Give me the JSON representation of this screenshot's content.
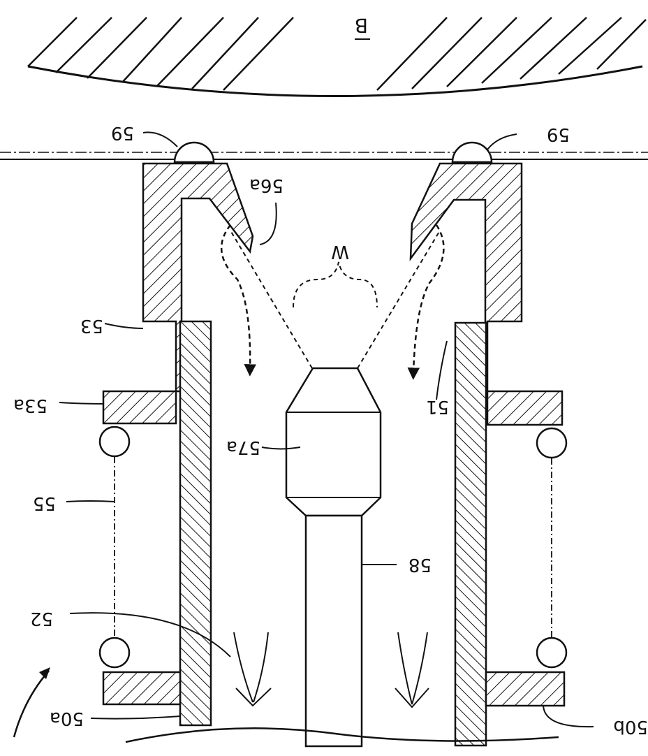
{
  "figure": {
    "orientation": "rotated-180",
    "labels": {
      "B": "B",
      "l59_left": "59",
      "l59_right": "59",
      "l56a": "56a",
      "lW": "W",
      "l53": "53",
      "l53a": "53a",
      "l51": "51",
      "l57a": "57a",
      "l55": "55",
      "l58": "58",
      "l52": "52",
      "l50a": "50a",
      "l50b": "50b"
    }
  }
}
